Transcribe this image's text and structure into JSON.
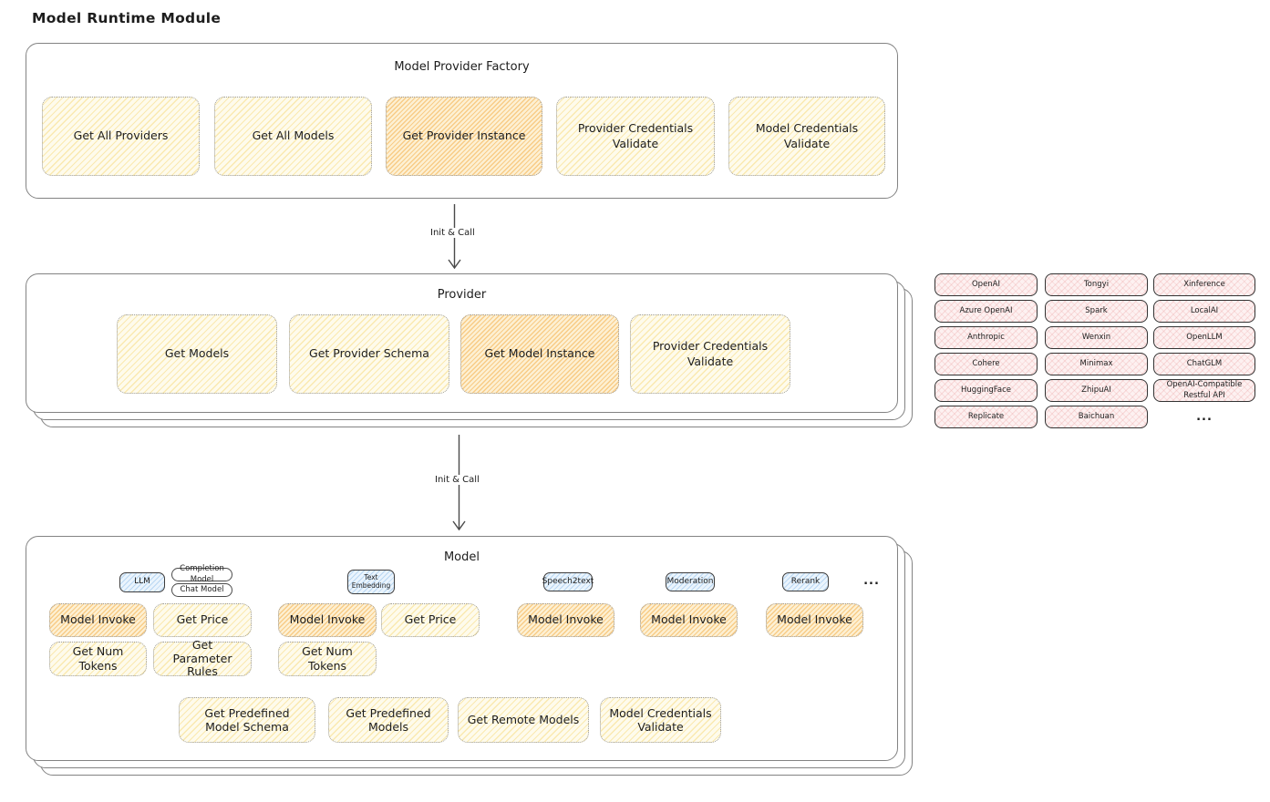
{
  "title": "Model Runtime Module",
  "arrows": {
    "first": "Init & Call",
    "second": "Init & Call"
  },
  "factory": {
    "title": "Model Provider Factory",
    "buttons": [
      {
        "label": "Get All Providers",
        "highlighted": false
      },
      {
        "label": "Get All Models",
        "highlighted": false
      },
      {
        "label": "Get Provider Instance",
        "highlighted": true
      },
      {
        "label": "Provider Credentials Validate",
        "highlighted": false
      },
      {
        "label": "Model Credentials Validate",
        "highlighted": false
      }
    ]
  },
  "provider": {
    "title": "Provider",
    "buttons": [
      {
        "label": "Get Models",
        "highlighted": false
      },
      {
        "label": "Get Provider Schema",
        "highlighted": false
      },
      {
        "label": "Get Model Instance",
        "highlighted": true
      },
      {
        "label": "Provider Credentials Validate",
        "highlighted": false
      }
    ]
  },
  "providers_list": {
    "columns": [
      [
        "OpenAI",
        "Azure OpenAI",
        "Anthropic",
        "Cohere",
        "HuggingFace",
        "Replicate"
      ],
      [
        "Tongyi",
        "Spark",
        "Wenxin",
        "Minimax",
        "ZhipuAI",
        "Baichuan"
      ],
      [
        "Xinference",
        "LocalAI",
        "OpenLLM",
        "ChatGLM",
        "OpenAI-Compatible Restful API"
      ]
    ],
    "more": "..."
  },
  "model": {
    "title": "Model",
    "groups": [
      {
        "type": "LLM",
        "subtypes": [
          "Completion Model",
          "Chat Model"
        ],
        "actions": [
          "Model Invoke",
          "Get Price",
          "Get Num Tokens",
          "Get Parameter Rules"
        ]
      },
      {
        "type": "Text Embedding",
        "actions": [
          "Model Invoke",
          "Get Price",
          "Get Num Tokens"
        ]
      },
      {
        "type": "Speech2text",
        "actions": [
          "Model Invoke"
        ]
      },
      {
        "type": "Moderation",
        "actions": [
          "Model Invoke"
        ]
      },
      {
        "type": "Rerank",
        "actions": [
          "Model Invoke"
        ]
      }
    ],
    "more": "...",
    "shared_actions": [
      "Get Predefined Model Schema",
      "Get Predefined Models",
      "Get Remote Models",
      "Model Credentials Validate"
    ]
  },
  "colors": {
    "highlight_fill": "#f6ab3c",
    "yellow_fill": "#f7d774",
    "blue_fill": "#7db4e6",
    "pink_fill": "#eba0a0",
    "container_border": "#838383",
    "text": "#1d1d1d"
  }
}
